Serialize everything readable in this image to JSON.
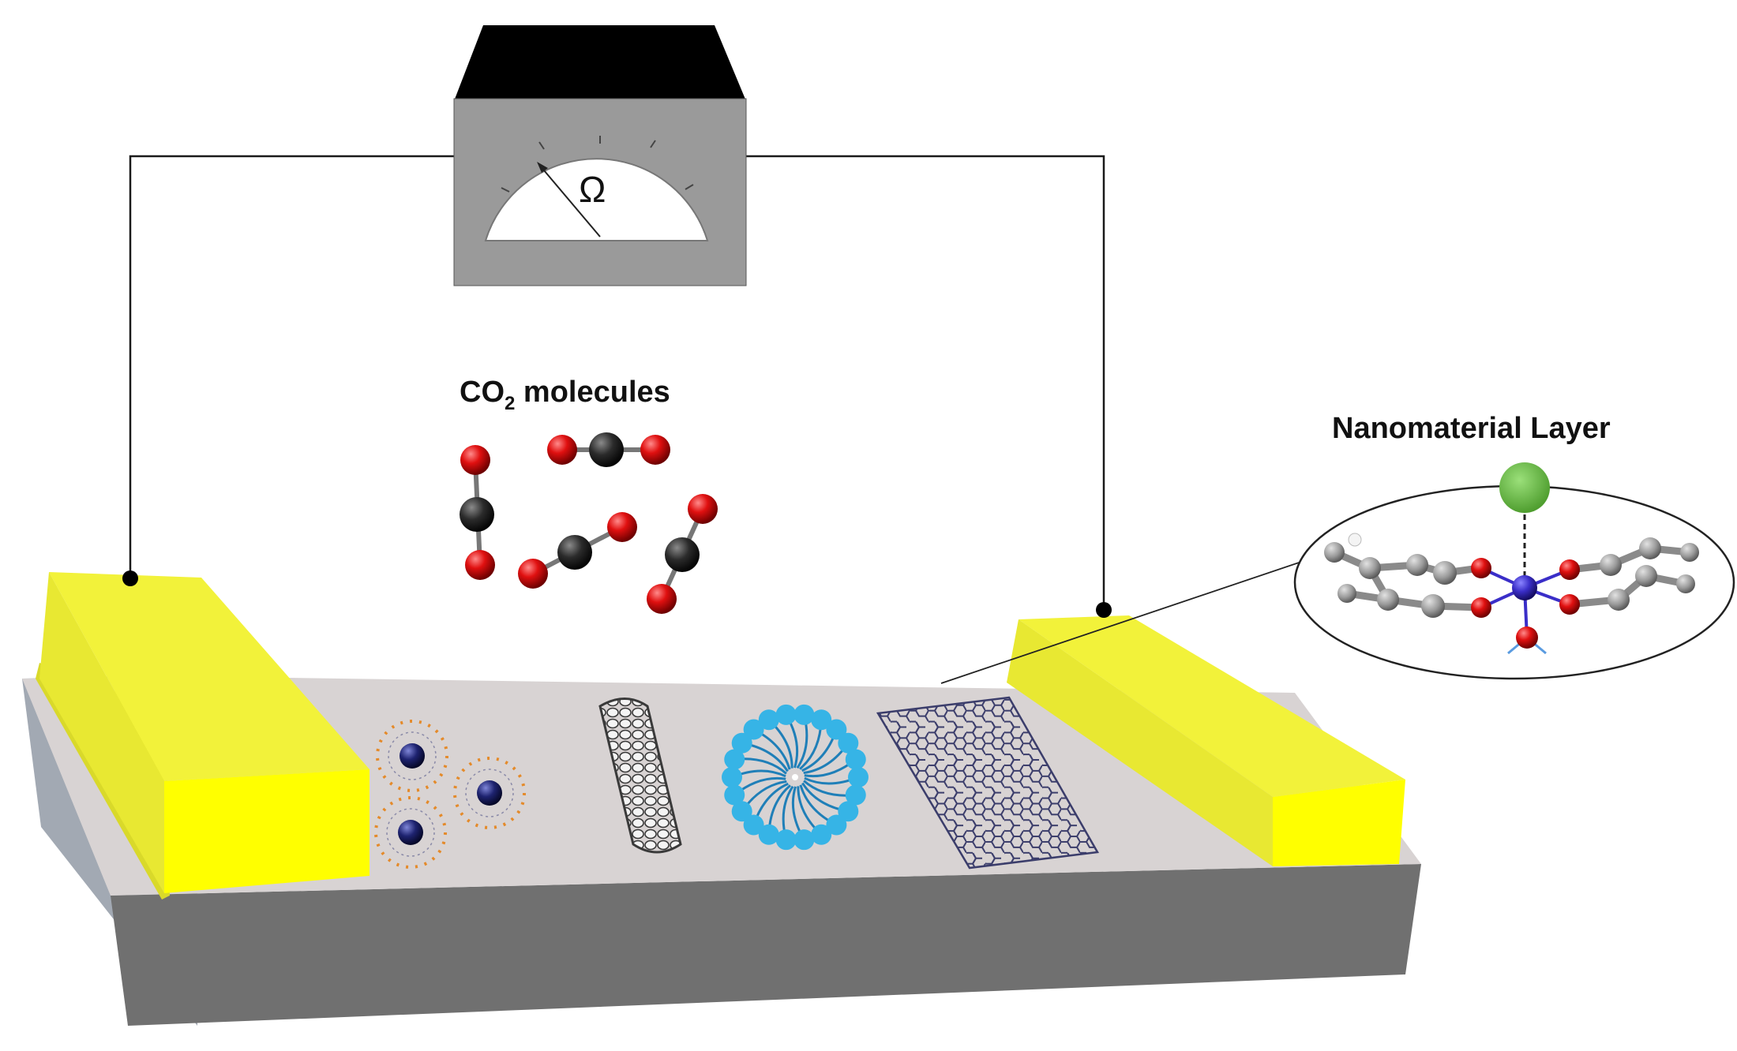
{
  "labels": {
    "meter_symbol": "Ω",
    "co2_prefix": "CO",
    "co2_subscript": "2",
    "co2_suffix": " molecules",
    "nanomaterial": "Nanomaterial Layer"
  },
  "colors": {
    "electrode_front": "#ffff00",
    "electrode_top": "#f2f23a",
    "electrode_side": "#e8e832",
    "substrate_top": "#d8d3d3",
    "substrate_front": "#707070",
    "substrate_side": "#a2a9b3",
    "meter_body": "#9a9a9a",
    "meter_top": "#000000",
    "oxygen": "#e01010",
    "carbon": "#2b2b2b",
    "micelle": "#36b4e6",
    "graphene": "#3b3d6b",
    "adsorbate": "#6ac046",
    "metal_center": "#3a2ec8"
  }
}
